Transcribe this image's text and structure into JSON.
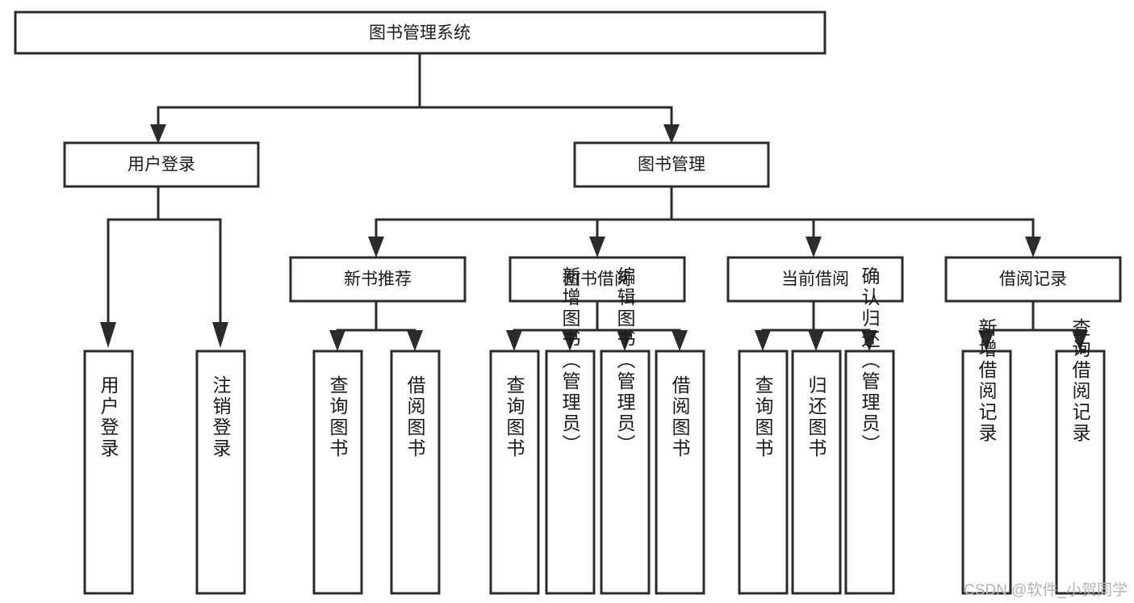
{
  "diagram": {
    "type": "tree-hierarchy-flowchart",
    "title": "图书管理系统",
    "background_color": "#ffffff",
    "box_stroke_color": "#2b2b2b",
    "box_fill_color": "#ffffff",
    "text_color": "#1a1a1a",
    "levels": [
      {
        "level": 1,
        "nodes": [
          {
            "id": "root",
            "label": "图书管理系统",
            "orientation": "horizontal"
          }
        ]
      },
      {
        "level": 2,
        "nodes": [
          {
            "id": "user-login",
            "label": "用户登录",
            "orientation": "horizontal",
            "parent": "root"
          },
          {
            "id": "book-manage",
            "label": "图书管理",
            "orientation": "horizontal",
            "parent": "root"
          }
        ]
      },
      {
        "level": 3,
        "nodes": [
          {
            "id": "new-book-recommend",
            "label": "新书推荐",
            "orientation": "horizontal",
            "parent": "book-manage"
          },
          {
            "id": "book-borrow",
            "label": "图书借阅",
            "orientation": "horizontal",
            "parent": "book-manage"
          },
          {
            "id": "current-borrow",
            "label": "当前借阅",
            "orientation": "horizontal",
            "parent": "book-manage"
          },
          {
            "id": "borrow-record",
            "label": "借阅记录",
            "orientation": "horizontal",
            "parent": "book-manage"
          }
        ]
      },
      {
        "level": 4,
        "nodes": [
          {
            "id": "leaf-user-login",
            "label": "用户登录",
            "orientation": "vertical",
            "parent": "user-login"
          },
          {
            "id": "leaf-user-logout",
            "label": "注销登录",
            "orientation": "vertical",
            "parent": "user-login"
          },
          {
            "id": "leaf-query-book-1",
            "label": "查询图书",
            "orientation": "vertical",
            "parent": "new-book-recommend"
          },
          {
            "id": "leaf-borrow-book-1",
            "label": "借阅图书",
            "orientation": "vertical",
            "parent": "new-book-recommend"
          },
          {
            "id": "leaf-query-book-2",
            "label": "查询图书",
            "orientation": "vertical",
            "parent": "book-borrow"
          },
          {
            "id": "leaf-add-book",
            "label": "新增图书（管理员）",
            "orientation": "vertical",
            "parent": "book-borrow"
          },
          {
            "id": "leaf-edit-book",
            "label": "编辑图书（管理员）",
            "orientation": "vertical",
            "parent": "book-borrow"
          },
          {
            "id": "leaf-borrow-book-2",
            "label": "借阅图书",
            "orientation": "vertical",
            "parent": "book-borrow"
          },
          {
            "id": "leaf-query-book-3",
            "label": "查询图书",
            "orientation": "vertical",
            "parent": "current-borrow"
          },
          {
            "id": "leaf-return-book",
            "label": "归还图书",
            "orientation": "vertical",
            "parent": "current-borrow"
          },
          {
            "id": "leaf-confirm-return",
            "label": "确认归还（管理员）",
            "orientation": "vertical",
            "parent": "current-borrow"
          },
          {
            "id": "leaf-add-record",
            "label": "新增借阅记录",
            "orientation": "vertical",
            "parent": "borrow-record"
          },
          {
            "id": "leaf-query-record",
            "label": "查询借阅记录",
            "orientation": "vertical",
            "parent": "borrow-record"
          }
        ]
      }
    ]
  },
  "watermark": {
    "text": "CSDN @软件_小贺同学",
    "color": "#b4b4b4"
  }
}
